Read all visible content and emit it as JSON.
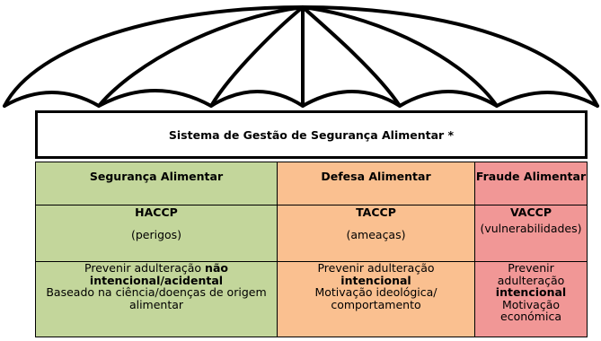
{
  "title": "Sistema de Gestão de Segurança Alimentar *",
  "columns": [
    {
      "name": "Segurança Alimentar",
      "acronym": "HACCP",
      "focus": "(perigos)",
      "desc": [
        {
          "t": "Prevenir adulteração ",
          "b": false
        },
        {
          "t": "não intencional/acidental",
          "b": true
        },
        {
          "t": "Baseado na ciência/doenças de origem alimentar",
          "b": false
        }
      ],
      "color": "#c3d69b"
    },
    {
      "name": "Defesa Alimentar",
      "acronym": "TACCP",
      "focus": "(ameaças)",
      "desc": [
        {
          "t": "Prevenir adulteração",
          "b": false
        },
        {
          "t": "intencional",
          "b": true
        },
        {
          "t": "Motivação ideológica/ comportamento",
          "b": false
        }
      ],
      "color": "#fac090"
    },
    {
      "name": "Fraude Alimentar",
      "acronym": "VACCP",
      "focus": "(vulnerabilidades)",
      "desc": [
        {
          "t": "Prevenir adulteração",
          "b": false
        },
        {
          "t": "intencional",
          "b": true
        },
        {
          "t": "Motivação económica",
          "b": false
        }
      ],
      "color": "#f19796"
    }
  ]
}
